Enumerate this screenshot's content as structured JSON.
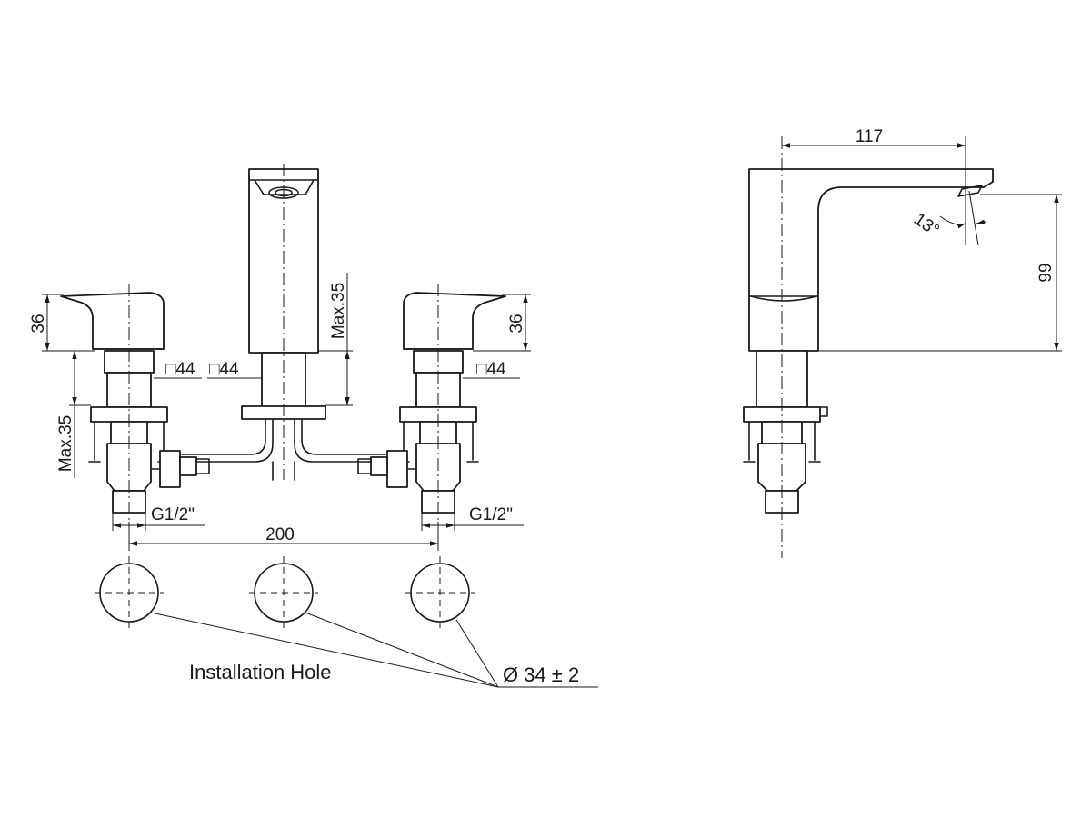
{
  "front_view": {
    "handle_height_left": "36",
    "handle_height_right": "36",
    "max_thickness_spout": "Max.35",
    "max_thickness_left": "Max.35",
    "square_left": "□44",
    "square_spout": "□44",
    "square_right": "□44",
    "thread_left": "G1/2\"",
    "thread_right": "G1/2\"",
    "hole_spacing": "200"
  },
  "installation": {
    "label": "Installation Hole",
    "hole_diameter": "Ø 34 ± 2"
  },
  "side_view": {
    "spout_reach": "117",
    "spout_height": "99",
    "spout_angle": "13°"
  }
}
